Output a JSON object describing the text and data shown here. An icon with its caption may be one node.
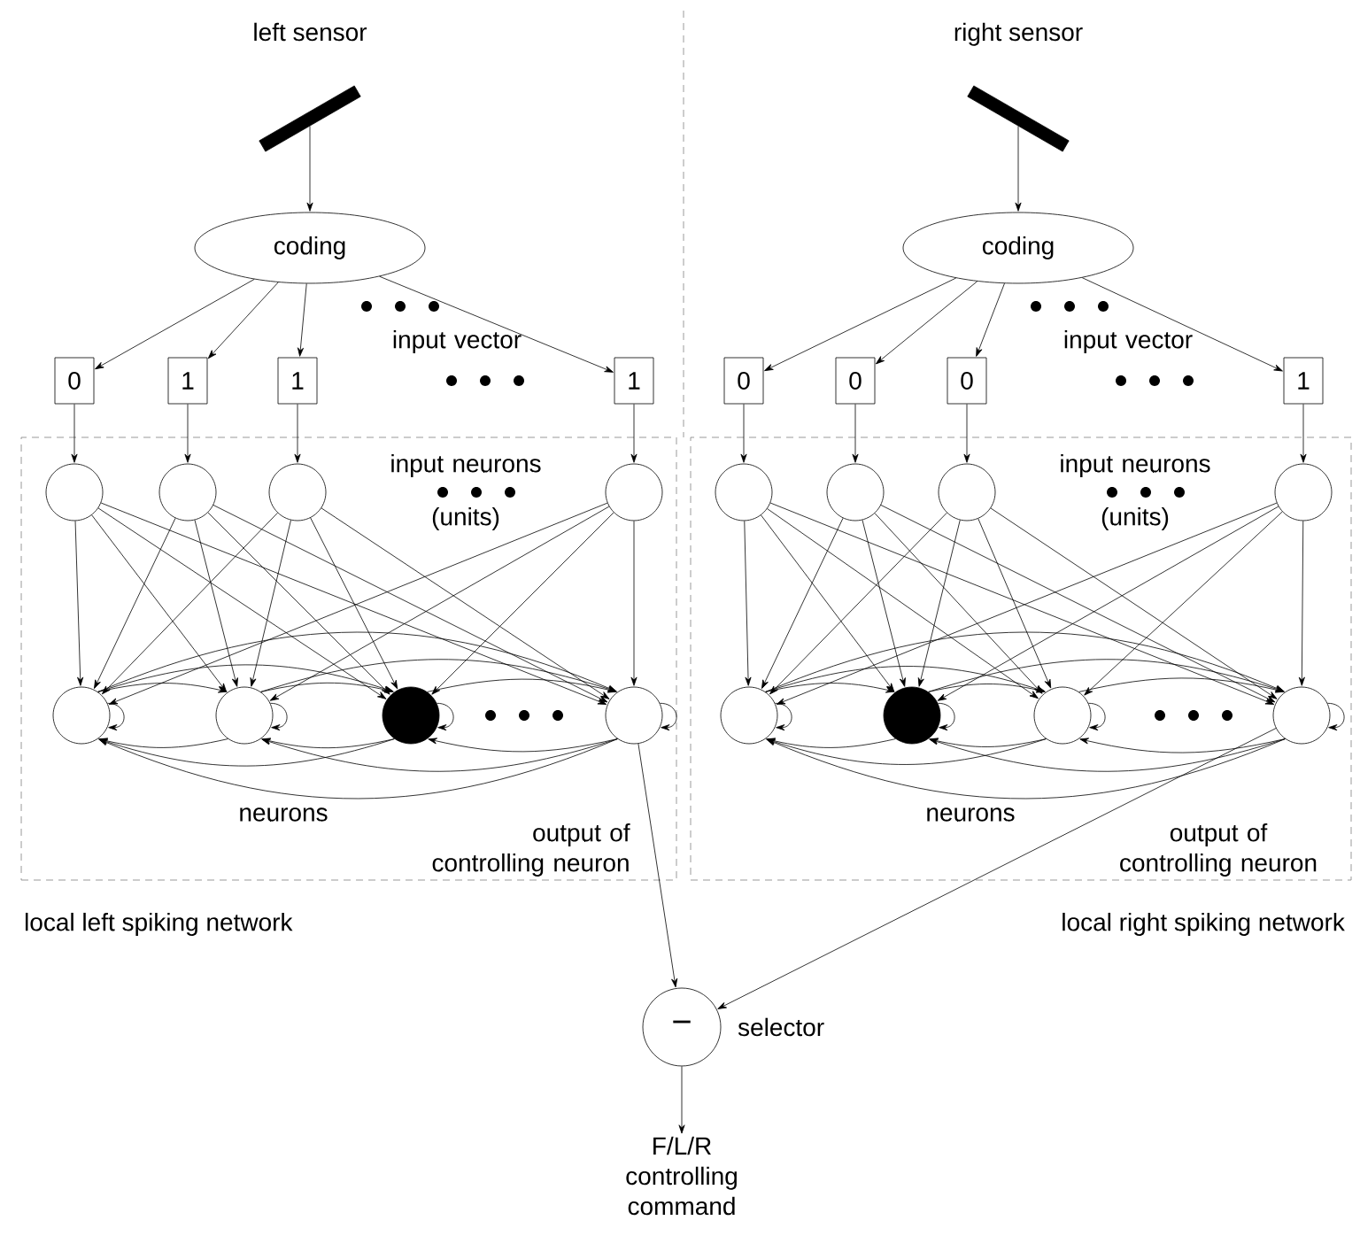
{
  "diagram": {
    "nodes": [
      {
        "text": [
          "left sensor"
        ]
      },
      {
        "text": [
          "right sensor"
        ]
      },
      {
        "text": [
          "coding"
        ]
      },
      {
        "text": [
          "coding"
        ]
      },
      {
        "text": [
          "0"
        ]
      },
      {
        "text": [
          "1"
        ]
      },
      {
        "text": [
          "1"
        ]
      },
      {
        "text": [
          "1"
        ]
      },
      {
        "text": [
          "0"
        ]
      },
      {
        "text": [
          "0"
        ]
      },
      {
        "text": [
          "0"
        ]
      },
      {
        "text": [
          "1"
        ]
      },
      {
        "text": [
          "local left spiking network"
        ]
      },
      {
        "text": [
          "local right spiking network"
        ]
      },
      {
        "text": [],
        "shape": "circle",
        "in": 12
      },
      {
        "text": [],
        "shape": "circle",
        "in": 12
      },
      {
        "text": [],
        "shape": "circle",
        "in": 12
      },
      {
        "text": [],
        "shape": "circle",
        "in": 12
      },
      {
        "text": [],
        "shape": "circle",
        "in": 12
      },
      {
        "text": [],
        "shape": "circle",
        "in": 12
      },
      {
        "text": [],
        "shape": "circle",
        "in": 12
      },
      {
        "text": [],
        "shape": "circle",
        "in": 12
      },
      {
        "text": [],
        "shape": "circle",
        "in": 13
      },
      {
        "text": [],
        "shape": "circle",
        "in": 13
      },
      {
        "text": [],
        "shape": "circle",
        "in": 13
      },
      {
        "text": [],
        "shape": "circle",
        "in": 13
      },
      {
        "text": [],
        "shape": "circle",
        "in": 13
      },
      {
        "text": [],
        "shape": "circle",
        "in": 13
      },
      {
        "text": [],
        "shape": "circle",
        "in": 13
      },
      {
        "text": [],
        "shape": "circle",
        "in": 13
      },
      {
        "text": [
          "−"
        ],
        "beside": [
          "selector"
        ]
      },
      {
        "text": [
          "F/L/R controlling command"
        ]
      }
    ],
    "edges": [
      {
        "from": 0,
        "to": 2,
        "arrow": "to"
      },
      {
        "from": 2,
        "to": 4,
        "arrow": "to"
      },
      {
        "from": 2,
        "to": 5,
        "arrow": "to"
      },
      {
        "from": 2,
        "to": 6,
        "arrow": "to"
      },
      {
        "from": 2,
        "to": 7,
        "arrow": "to"
      },
      {
        "from": 4,
        "to": 14,
        "arrow": "to"
      },
      {
        "from": 5,
        "to": 15,
        "arrow": "to"
      },
      {
        "from": 6,
        "to": 16,
        "arrow": "to"
      },
      {
        "from": 7,
        "to": 17,
        "arrow": "to"
      },
      {
        "from": 14,
        "to": 18,
        "arrow": "to"
      },
      {
        "from": 14,
        "to": 19,
        "arrow": "to"
      },
      {
        "from": 14,
        "to": 20,
        "arrow": "to"
      },
      {
        "from": 14,
        "to": 21,
        "arrow": "to"
      },
      {
        "from": 15,
        "to": 18,
        "arrow": "to"
      },
      {
        "from": 15,
        "to": 19,
        "arrow": "to"
      },
      {
        "from": 15,
        "to": 20,
        "arrow": "to"
      },
      {
        "from": 15,
        "to": 21,
        "arrow": "to"
      },
      {
        "from": 16,
        "to": 18,
        "arrow": "to"
      },
      {
        "from": 16,
        "to": 19,
        "arrow": "to"
      },
      {
        "from": 16,
        "to": 20,
        "arrow": "to"
      },
      {
        "from": 16,
        "to": 21,
        "arrow": "to"
      },
      {
        "from": 17,
        "to": 18,
        "arrow": "to"
      },
      {
        "from": 17,
        "to": 19,
        "arrow": "to"
      },
      {
        "from": 17,
        "to": 20,
        "arrow": "to"
      },
      {
        "from": 17,
        "to": 21,
        "arrow": "to"
      },
      {
        "from": 18,
        "to": 19,
        "arrow": "to"
      },
      {
        "from": 18,
        "to": 20,
        "arrow": "to"
      },
      {
        "from": 18,
        "to": 21,
        "arrow": "to"
      },
      {
        "from": 19,
        "to": 20,
        "arrow": "to"
      },
      {
        "from": 19,
        "to": 21,
        "arrow": "to"
      },
      {
        "from": 20,
        "to": 21,
        "arrow": "to"
      },
      {
        "from": 19,
        "to": 18,
        "arrow": "to"
      },
      {
        "from": 20,
        "to": 18,
        "arrow": "to"
      },
      {
        "from": 21,
        "to": 18,
        "arrow": "to"
      },
      {
        "from": 20,
        "to": 19,
        "arrow": "to"
      },
      {
        "from": 21,
        "to": 19,
        "arrow": "to"
      },
      {
        "from": 21,
        "to": 20,
        "arrow": "to"
      },
      {
        "from": 18,
        "to": 18,
        "arrow": "to"
      },
      {
        "from": 19,
        "to": 19,
        "arrow": "to"
      },
      {
        "from": 20,
        "to": 20,
        "arrow": "to"
      },
      {
        "from": 21,
        "to": 21,
        "arrow": "to"
      },
      {
        "from": 1,
        "to": 3,
        "arrow": "to"
      },
      {
        "from": 3,
        "to": 8,
        "arrow": "to"
      },
      {
        "from": 3,
        "to": 9,
        "arrow": "to"
      },
      {
        "from": 3,
        "to": 10,
        "arrow": "to"
      },
      {
        "from": 3,
        "to": 11,
        "arrow": "to"
      },
      {
        "from": 8,
        "to": 22,
        "arrow": "to"
      },
      {
        "from": 9,
        "to": 23,
        "arrow": "to"
      },
      {
        "from": 10,
        "to": 24,
        "arrow": "to"
      },
      {
        "from": 11,
        "to": 25,
        "arrow": "to"
      },
      {
        "from": 22,
        "to": 26,
        "arrow": "to"
      },
      {
        "from": 22,
        "to": 27,
        "arrow": "to"
      },
      {
        "from": 22,
        "to": 28,
        "arrow": "to"
      },
      {
        "from": 22,
        "to": 29,
        "arrow": "to"
      },
      {
        "from": 23,
        "to": 26,
        "arrow": "to"
      },
      {
        "from": 23,
        "to": 27,
        "arrow": "to"
      },
      {
        "from": 23,
        "to": 28,
        "arrow": "to"
      },
      {
        "from": 23,
        "to": 29,
        "arrow": "to"
      },
      {
        "from": 24,
        "to": 26,
        "arrow": "to"
      },
      {
        "from": 24,
        "to": 27,
        "arrow": "to"
      },
      {
        "from": 24,
        "to": 28,
        "arrow": "to"
      },
      {
        "from": 24,
        "to": 29,
        "arrow": "to"
      },
      {
        "from": 25,
        "to": 26,
        "arrow": "to"
      },
      {
        "from": 25,
        "to": 27,
        "arrow": "to"
      },
      {
        "from": 25,
        "to": 28,
        "arrow": "to"
      },
      {
        "from": 25,
        "to": 29,
        "arrow": "to"
      },
      {
        "from": 26,
        "to": 27,
        "arrow": "to"
      },
      {
        "from": 26,
        "to": 28,
        "arrow": "to"
      },
      {
        "from": 26,
        "to": 29,
        "arrow": "to"
      },
      {
        "from": 27,
        "to": 28,
        "arrow": "to"
      },
      {
        "from": 27,
        "to": 29,
        "arrow": "to"
      },
      {
        "from": 28,
        "to": 29,
        "arrow": "to"
      },
      {
        "from": 27,
        "to": 26,
        "arrow": "to"
      },
      {
        "from": 28,
        "to": 26,
        "arrow": "to"
      },
      {
        "from": 29,
        "to": 26,
        "arrow": "to"
      },
      {
        "from": 28,
        "to": 27,
        "arrow": "to"
      },
      {
        "from": 29,
        "to": 27,
        "arrow": "to"
      },
      {
        "from": 29,
        "to": 28,
        "arrow": "to"
      },
      {
        "from": 26,
        "to": 26,
        "arrow": "to"
      },
      {
        "from": 27,
        "to": 27,
        "arrow": "to"
      },
      {
        "from": 28,
        "to": 28,
        "arrow": "to"
      },
      {
        "from": 29,
        "to": 29,
        "arrow": "to"
      },
      {
        "from": 21,
        "to": 30,
        "arrow": "to",
        "label": "output of controlling neuron"
      },
      {
        "from": 29,
        "to": 30,
        "arrow": "to",
        "label": "output of controlling neuron"
      },
      {
        "from": 30,
        "to": 31,
        "arrow": "to"
      }
    ],
    "labels": [
      "input vector",
      "input neurons (units)",
      "neurons",
      "input vector",
      "input neurons (units)",
      "neurons"
    ]
  }
}
